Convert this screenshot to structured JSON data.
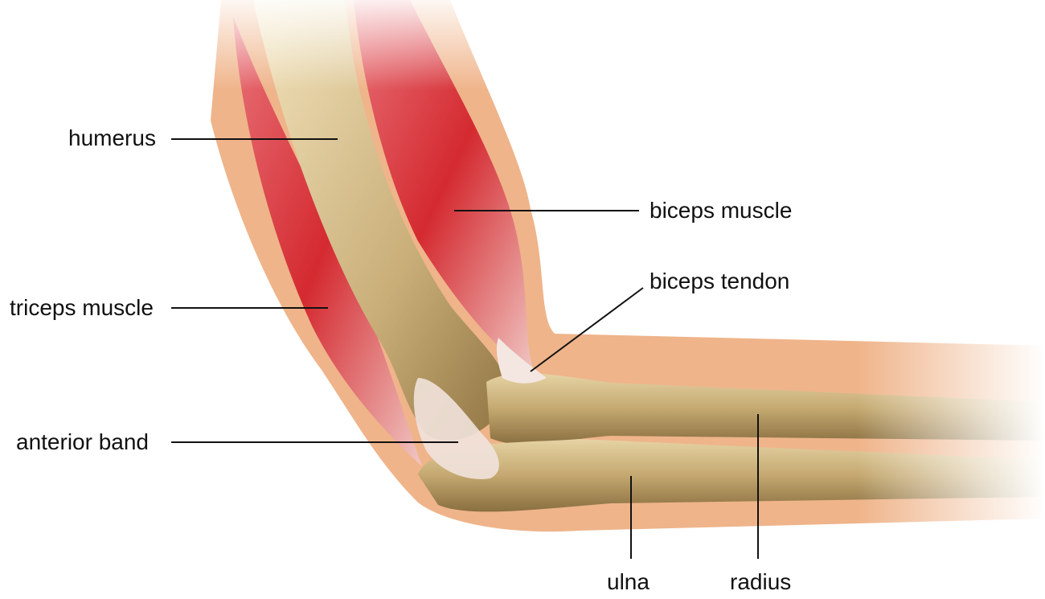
{
  "title": "Elbow anatomy",
  "labels": {
    "humerus": "humerus",
    "biceps_muscle": "biceps muscle",
    "biceps_tendon": "biceps tendon",
    "triceps_muscle": "triceps muscle",
    "anterior_band": "anterior band",
    "ulna": "ulna",
    "radius": "radius"
  },
  "colors": {
    "skin": "#EFB48A",
    "bone": "#C9AE78",
    "muscle": "#D9363A",
    "leader_line": "#111111"
  }
}
